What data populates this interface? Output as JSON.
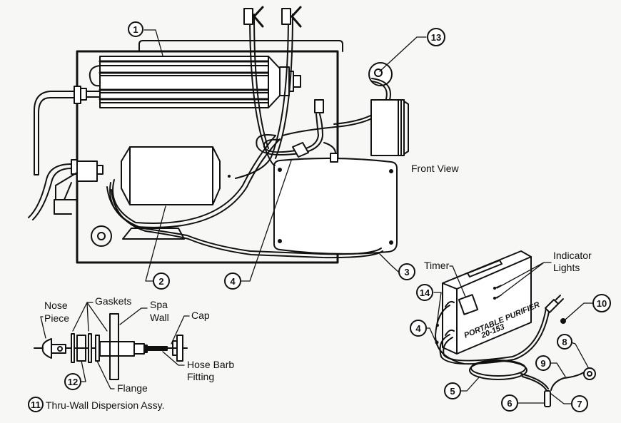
{
  "diagram": {
    "views": {
      "front_view_label": "Front View",
      "thru_wall_title": "Thru-Wall Dispersion Assy."
    },
    "callouts": [
      {
        "id": "1",
        "number": "1"
      },
      {
        "id": "2",
        "number": "2"
      },
      {
        "id": "3",
        "number": "3"
      },
      {
        "id": "4",
        "number": "4"
      },
      {
        "id": "4b",
        "number": "4"
      },
      {
        "id": "5",
        "number": "5"
      },
      {
        "id": "6",
        "number": "6"
      },
      {
        "id": "7",
        "number": "7"
      },
      {
        "id": "8",
        "number": "8"
      },
      {
        "id": "9",
        "number": "9"
      },
      {
        "id": "10",
        "number": "10"
      },
      {
        "id": "11",
        "number": "11"
      },
      {
        "id": "12",
        "number": "12"
      },
      {
        "id": "13",
        "number": "13"
      },
      {
        "id": "14",
        "number": "14"
      }
    ],
    "thru_wall_labels": {
      "nose_piece_1": "Nose",
      "nose_piece_2": "Piece",
      "gaskets": "Gaskets",
      "spa_wall_1": "Spa",
      "spa_wall_2": "Wall",
      "cap": "Cap",
      "hose_barb_1": "Hose Barb",
      "hose_barb_2": "Fitting",
      "flange": "Flange"
    },
    "portable_labels": {
      "timer": "Timer",
      "indicator_1": "Indicator",
      "indicator_2": "Lights",
      "unit_stamp_1": "PORTABLE PURIFIER",
      "unit_stamp_2": "20-153"
    }
  }
}
